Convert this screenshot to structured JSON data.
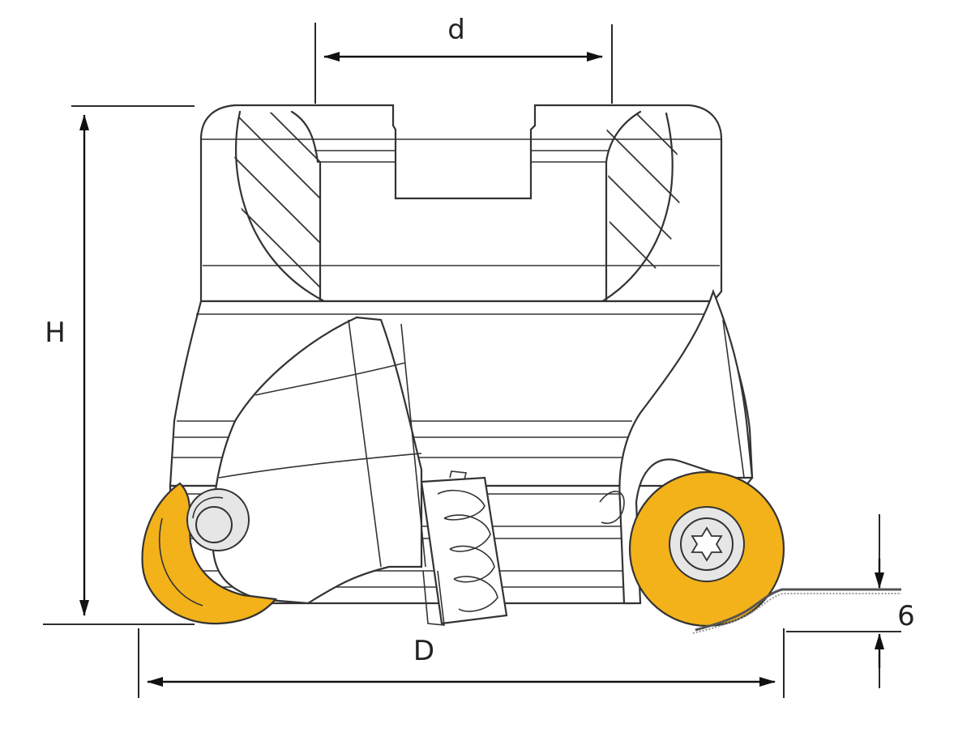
{
  "drawing": {
    "labels": {
      "bore_diameter": "d",
      "height": "H",
      "cutter_diameter": "D",
      "depth_of_cut": "6"
    },
    "colors": {
      "insert": "#f3b21a",
      "outline": "#333333",
      "background": "#ffffff"
    }
  }
}
